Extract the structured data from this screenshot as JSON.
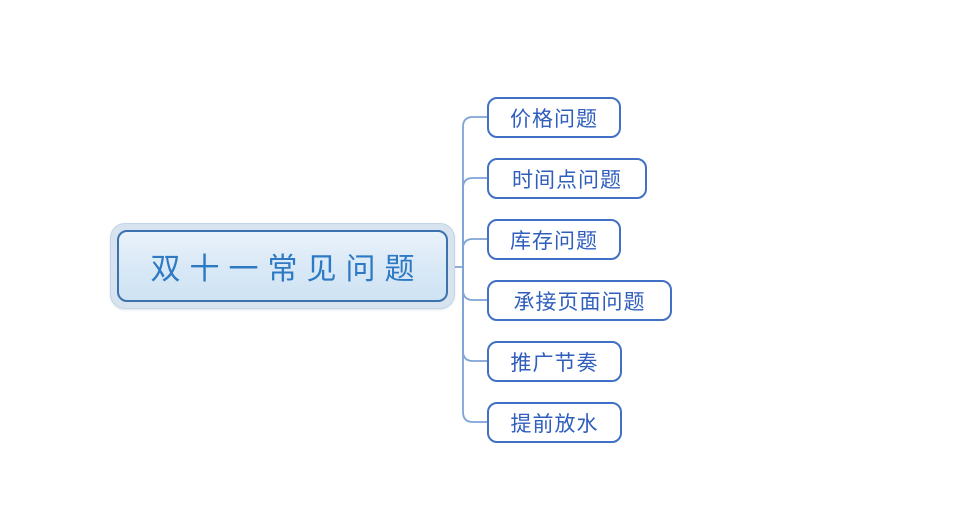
{
  "diagram": {
    "type": "mindmap",
    "root": {
      "label": "双十一常见问题",
      "selected": true
    },
    "children": [
      {
        "label": "价格问题"
      },
      {
        "label": "时间点问题"
      },
      {
        "label": "库存问题"
      },
      {
        "label": "承接页面问题"
      },
      {
        "label": "推广节奏"
      },
      {
        "label": "提前放水"
      }
    ],
    "colors": {
      "background": "#ffffff",
      "connector": "#7ea4d6",
      "root_border": "#3c72ae",
      "root_fill": "#d9e8f5",
      "root_text": "#2e79c4",
      "selection_halo_fill": "#d7e3ef",
      "selection_halo_border": "#c3d5e7",
      "child_border": "#4170c4",
      "child_text": "#2f5ebd"
    }
  }
}
